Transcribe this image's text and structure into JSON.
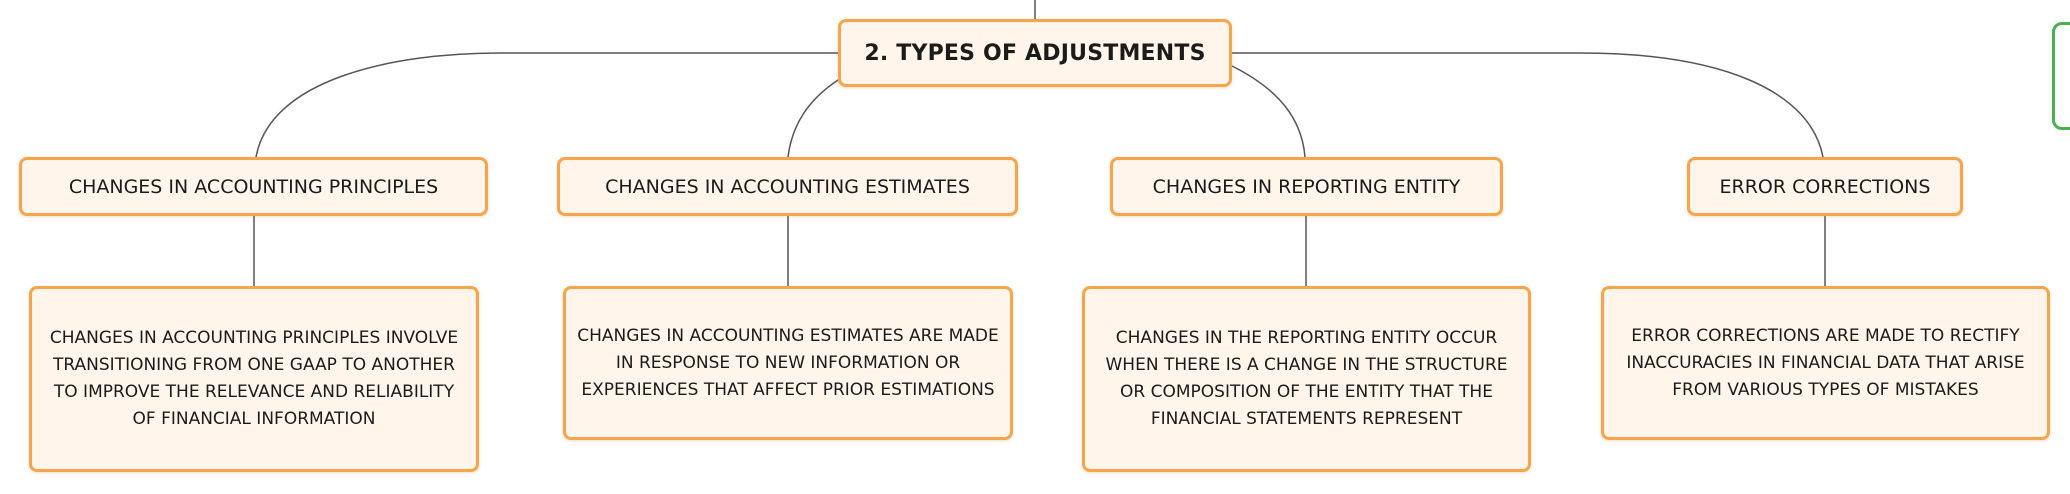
{
  "diagram": {
    "root": {
      "label": "2. TYPES OF ADJUSTMENTS"
    },
    "branches": [
      {
        "label": "CHANGES IN ACCOUNTING PRINCIPLES",
        "description": "CHANGES IN ACCOUNTING PRINCIPLES INVOLVE TRANSITIONING FROM ONE GAAP TO ANOTHER TO IMPROVE THE RELEVANCE AND RELIABILITY OF FINANCIAL INFORMATION"
      },
      {
        "label": "CHANGES IN ACCOUNTING ESTIMATES",
        "description": "CHANGES IN ACCOUNTING ESTIMATES ARE MADE IN RESPONSE TO NEW INFORMATION OR EXPERIENCES THAT AFFECT PRIOR ESTIMATIONS"
      },
      {
        "label": "CHANGES IN REPORTING ENTITY",
        "description": "CHANGES IN THE REPORTING ENTITY OCCUR WHEN THERE IS A CHANGE IN THE STRUCTURE OR COMPOSITION OF THE ENTITY THAT THE FINANCIAL STATEMENTS REPRESENT"
      },
      {
        "label": "ERROR CORRECTIONS",
        "description": "ERROR CORRECTIONS ARE MADE TO RECTIFY INACCURACIES IN FINANCIAL DATA THAT ARISE FROM VARIOUS TYPES OF MISTAKES"
      }
    ],
    "colors": {
      "node_border": "#f6a54b",
      "node_fill": "#fff5ea",
      "connector": "#555555",
      "offscreen_node_border": "#4caf50"
    }
  }
}
